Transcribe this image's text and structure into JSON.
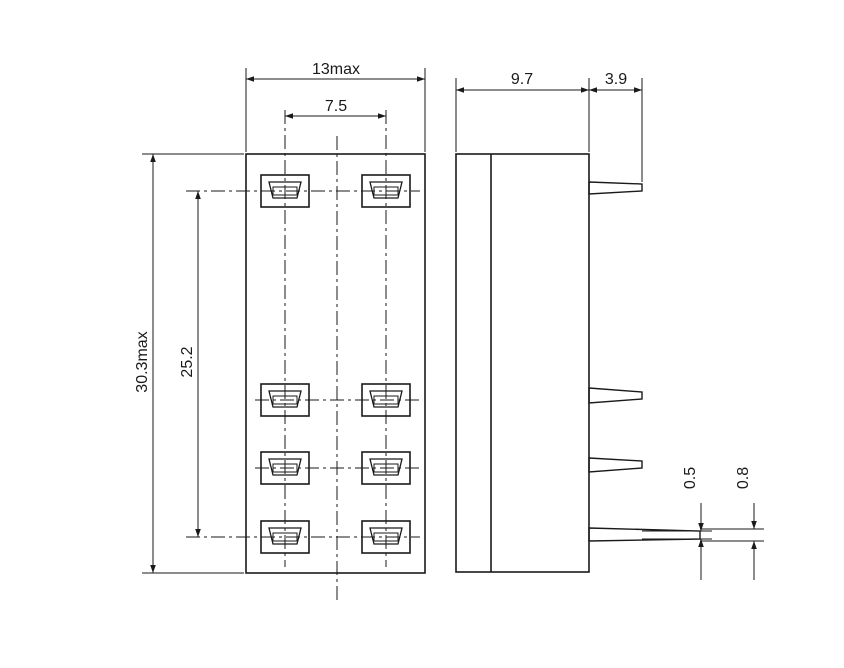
{
  "dimensions": {
    "top_width": "13max",
    "pin_spacing": "7.5",
    "overall_height": "30.3max",
    "pin_pitch": "25.2",
    "side_depth": "9.7",
    "pin_length": "3.9",
    "pin_thickness": "0.5",
    "pin_width": "0.8"
  },
  "colors": {
    "line": "#1a1a1a",
    "background": "#ffffff"
  }
}
